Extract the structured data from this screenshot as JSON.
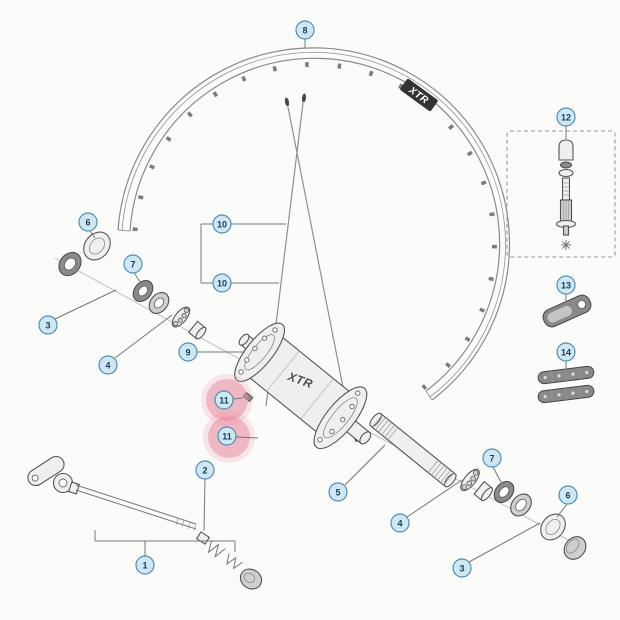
{
  "colors": {
    "background": "#fbfbfa",
    "callout_fill": "#cde8f4",
    "callout_stroke": "#4f8fae",
    "callout_text": "#16405e",
    "highlight_pink": "#e8889b",
    "diagram_line": "#777777"
  },
  "logos": {
    "rim": "XTR",
    "hub": "XTR"
  },
  "callouts": [
    {
      "id": "8",
      "label": "8",
      "highlighted": false
    },
    {
      "id": "12",
      "label": "12",
      "highlighted": false
    },
    {
      "id": "13",
      "label": "13",
      "highlighted": false
    },
    {
      "id": "14",
      "label": "14",
      "highlighted": false
    },
    {
      "id": "6-left",
      "label": "6",
      "highlighted": false
    },
    {
      "id": "7-left",
      "label": "7",
      "highlighted": false
    },
    {
      "id": "3-left",
      "label": "3",
      "highlighted": false
    },
    {
      "id": "4-left",
      "label": "4",
      "highlighted": false
    },
    {
      "id": "10-upper",
      "label": "10",
      "highlighted": false
    },
    {
      "id": "10-lower",
      "label": "10",
      "highlighted": false
    },
    {
      "id": "9",
      "label": "9",
      "highlighted": false
    },
    {
      "id": "11-upper",
      "label": "11",
      "highlighted": true
    },
    {
      "id": "11-lower",
      "label": "11",
      "highlighted": true
    },
    {
      "id": "2",
      "label": "2",
      "highlighted": false
    },
    {
      "id": "1",
      "label": "1",
      "highlighted": false
    },
    {
      "id": "5",
      "label": "5",
      "highlighted": false
    },
    {
      "id": "7-right",
      "label": "7",
      "highlighted": false
    },
    {
      "id": "4-right",
      "label": "4",
      "highlighted": false
    },
    {
      "id": "3-right",
      "label": "3",
      "highlighted": false
    },
    {
      "id": "6-right",
      "label": "6",
      "highlighted": false
    }
  ]
}
